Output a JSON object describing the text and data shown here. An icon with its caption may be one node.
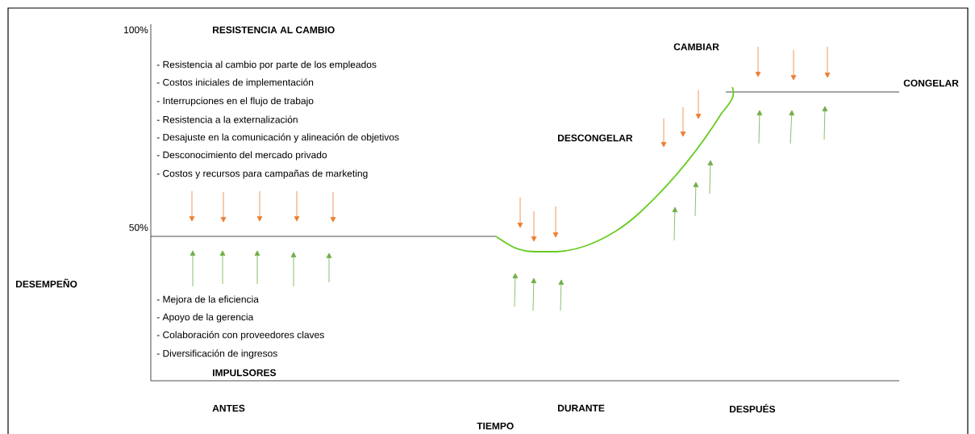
{
  "diagram": {
    "labels": [
      "100%",
      "RESISTENCIA AL CAMBIO",
      "CAMBIAR",
      "CONGELAR",
      "- Resistencia al cambio por parte de los empleados",
      "- Costos iniciales de implementación",
      "- Interrupciones en el flujo de trabajo",
      "- Resistencia a la externalización",
      "- Desajuste en la comunicación y alineación de objetivos",
      "- Desconocimiento del mercado privado",
      "- Costos y recursos para campañas de marketing",
      "DESCONGELAR",
      "50%",
      "DESEMPEÑO",
      "- Mejora de la eficiencia",
      "- Apoyo de la gerencia",
      "- Colaboración con proveedores claves",
      "- Diversificación de ingresos",
      "IMPULSORES",
      "ANTES",
      "DURANTE",
      "DESPUÉS",
      "TIEMPO"
    ]
  }
}
